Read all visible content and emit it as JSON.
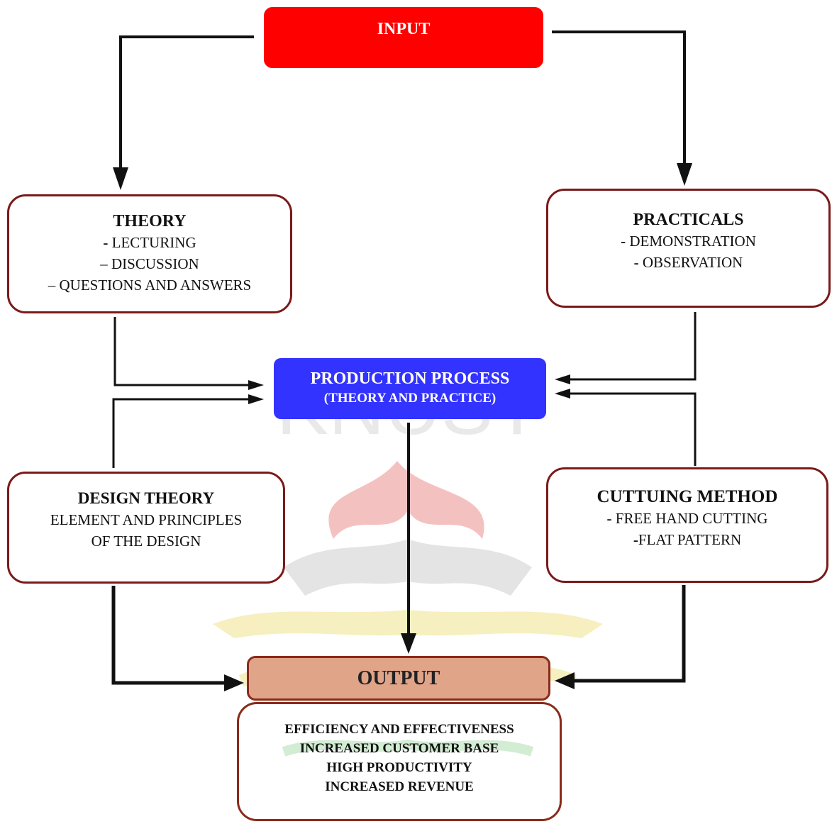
{
  "input": {
    "label": "INPUT"
  },
  "theory": {
    "title": "THEORY",
    "items": [
      {
        "prefix": "- ",
        "text": "LECTURING"
      },
      {
        "prefix": "– ",
        "text": "DISCUSSION"
      },
      {
        "prefix": "– ",
        "text": "QUESTIONS AND ANSWERS"
      }
    ]
  },
  "practicals": {
    "title": "PRACTICALS",
    "items": [
      {
        "prefix": "- ",
        "text": "DEMONSTRATION"
      },
      {
        "prefix": "- ",
        "text": "OBSERVATION"
      }
    ]
  },
  "production": {
    "title": "PRODUCTION PROCESS",
    "subtitle": "(THEORY AND PRACTICE)"
  },
  "design_theory": {
    "title": "DESIGN THEORY",
    "lines": [
      "ELEMENT AND PRINCIPLES",
      "OF THE DESIGN"
    ]
  },
  "cutting_method": {
    "title": "CUTTUING METHOD",
    "items": [
      {
        "prefix": "- ",
        "text": "FREE HAND CUTTING"
      },
      {
        "prefix": "-",
        "text": "FLAT PATTERN"
      }
    ]
  },
  "output": {
    "title": "OUTPUT",
    "items": [
      "EFFICIENCY AND EFFECTIVENESS",
      "INCREASED CUSTOMER BASE",
      "HIGH PRODUCTIVITY",
      "INCREASED REVENUE"
    ]
  },
  "watermark": {
    "text": "KNUST"
  },
  "colors": {
    "input_fill": "#ff0000",
    "process_fill": "#3333ff",
    "node_border": "#7a1a1a",
    "output_fill": "#e0a488",
    "arrow": "#111111"
  }
}
